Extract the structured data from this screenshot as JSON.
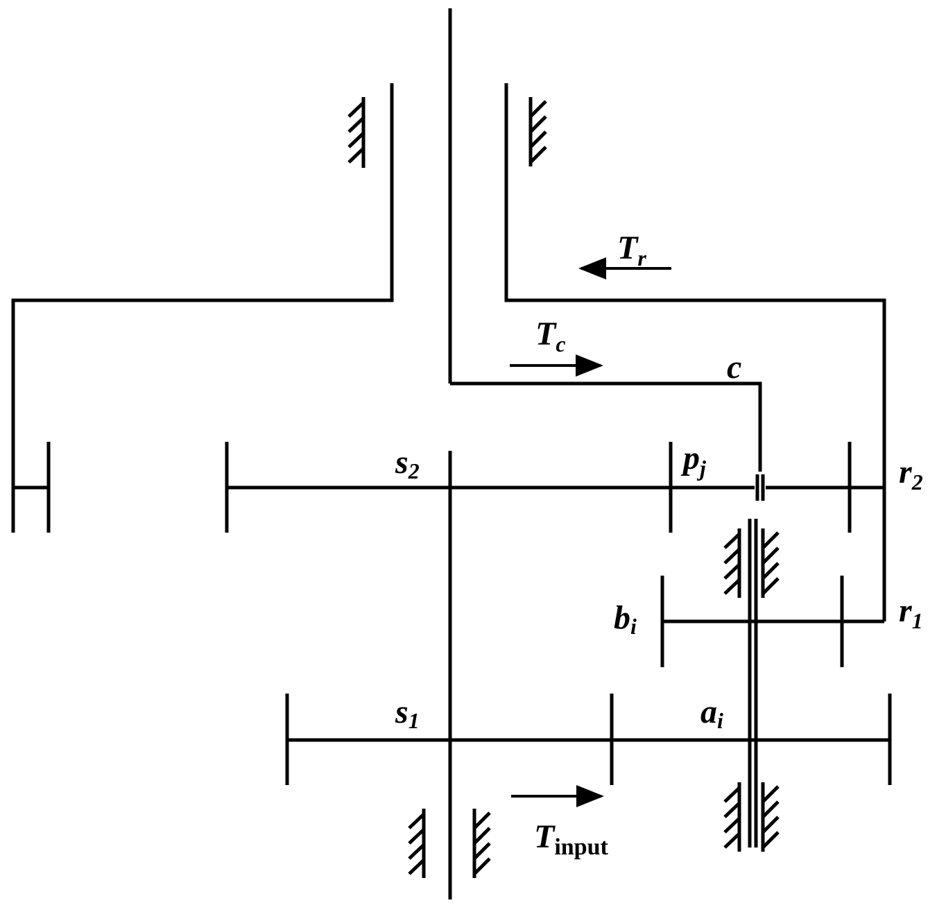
{
  "labels": {
    "tr_main": "T",
    "tr_sub": "r",
    "tc_main": "T",
    "tc_sub": "c",
    "c": "c",
    "s2_main": "s",
    "s2_sub": "2",
    "pj_main": "p",
    "pj_sub": "j",
    "r2_main": "r",
    "r2_sub": "2",
    "bi_main": "b",
    "bi_sub": "i",
    "r1_main": "r",
    "r1_sub": "1",
    "s1_main": "s",
    "s1_sub": "1",
    "ai_main": "a",
    "ai_sub": "i",
    "tin_main": "T",
    "tin_sub": "input"
  },
  "colors": {
    "stroke": "#000000",
    "background": "#ffffff"
  }
}
